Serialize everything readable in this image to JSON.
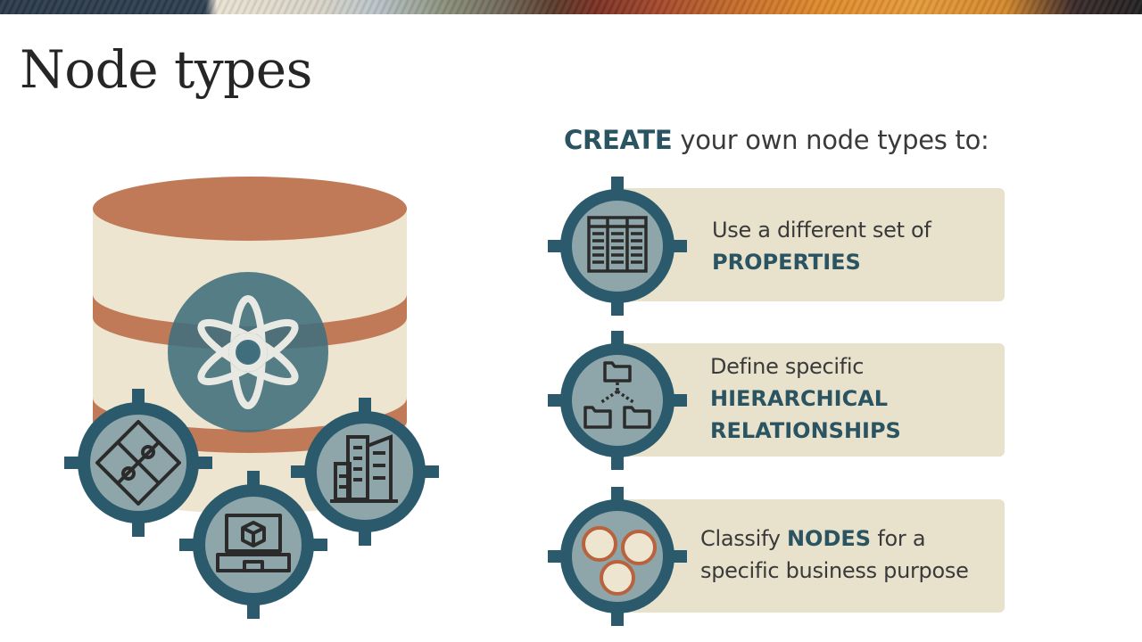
{
  "slide": {
    "title": "Node types",
    "subtitle": {
      "keyword": "CREATE",
      "rest": " your own node types to:"
    },
    "features": [
      {
        "line1": "Use a different set of",
        "keyword": "PROPERTIES",
        "icon": "table-columns-icon"
      },
      {
        "line1": "Define specific",
        "keyword_line1": "HIERARCHICAL",
        "keyword_line2": "RELATIONSHIPS",
        "icon": "folder-hierarchy-icon"
      },
      {
        "prefix": "Classify ",
        "keyword": "NODES",
        "suffix": " for a",
        "line2": "specific business purpose",
        "icon": "three-circles-icon"
      }
    ],
    "illustration_icons": [
      "database-icon",
      "flower-asterisk-icon",
      "puzzle-icon",
      "buildings-icon",
      "laptop-cube-icon"
    ]
  },
  "colors": {
    "teal_dark": "#2a5a6c",
    "teal_light": "#8ea5aa",
    "terracotta": "#c07a58",
    "cream": "#ede5cf",
    "card": "#e8e1cb",
    "keyword": "#2a5462"
  }
}
